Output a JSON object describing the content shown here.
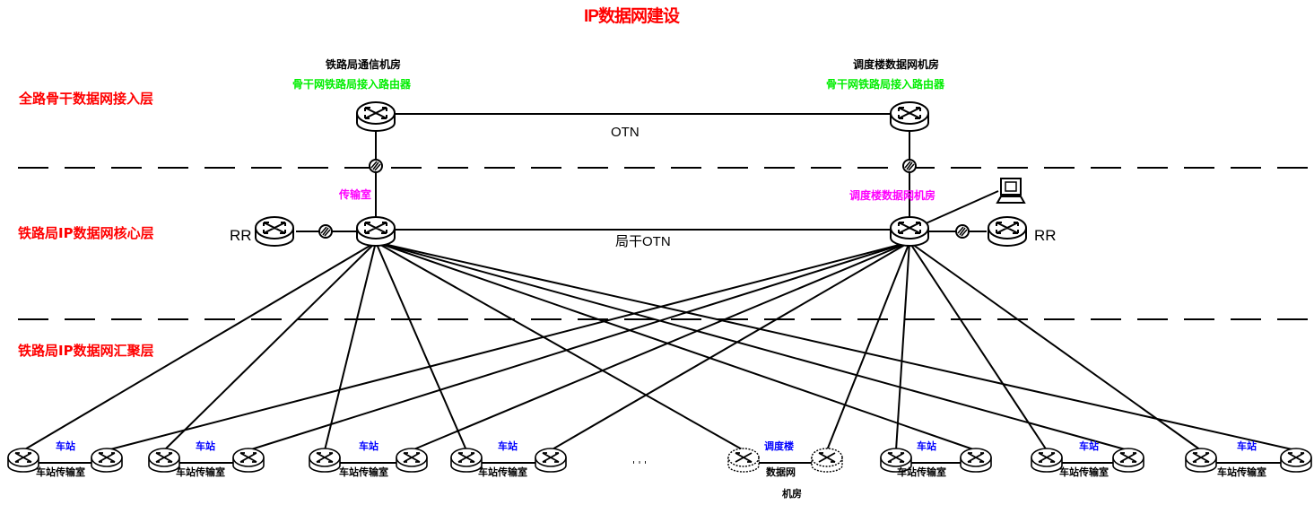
{
  "title": "IP数据网建设",
  "layers": {
    "backbone": "全路骨干数据网接入层",
    "core": "铁路局IP数据网核心层",
    "aggregation": "铁路局IP数据网汇聚层"
  },
  "backbone_nodes": {
    "left_site": "铁路局通信机房",
    "left_role": "骨干网铁路局接入路由器",
    "right_site": "调度楼数据网机房",
    "right_role": "骨干网铁路局接入路由器",
    "link_label": "OTN"
  },
  "core_nodes": {
    "left_site": "传输室",
    "right_site": "调度楼数据网机房",
    "link_label": "局干OTN",
    "rr_left": "RR",
    "rr_right": "RR"
  },
  "stations": [
    {
      "top": "车站",
      "bottom": "车站传输室"
    },
    {
      "top": "车站",
      "bottom": "车站传输室"
    },
    {
      "top": "车站",
      "bottom": "车站传输室"
    },
    {
      "top": "车站",
      "bottom": "车站传输室"
    },
    {
      "top": "调度楼",
      "bottom": "数据网",
      "bottom2": "机房"
    },
    {
      "top": "车站",
      "bottom": "车站传输室"
    },
    {
      "top": "车站",
      "bottom": "车站传输室"
    },
    {
      "top": "车站",
      "bottom": "车站传输室"
    }
  ],
  "ellipsis": "' ' '",
  "colors": {
    "title": "#ff0000",
    "layer": "#ff0000",
    "backbone_role": "#00ee00",
    "core_site": "#ff00ff",
    "station_top": "#0000ff",
    "line": "#000000"
  }
}
